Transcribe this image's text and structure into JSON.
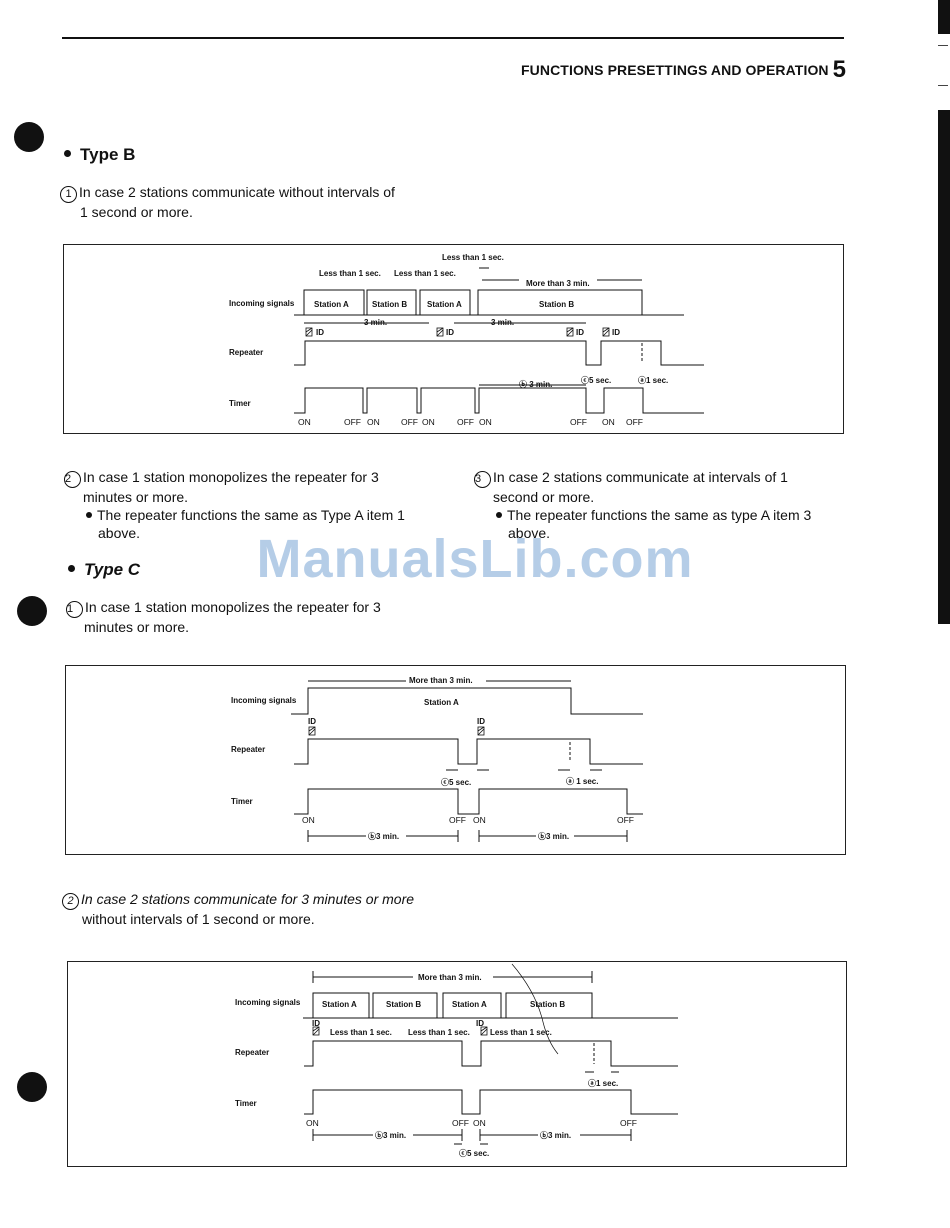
{
  "header": {
    "title": "FUNCTIONS PRESETTINGS AND OPERATION",
    "section_number": "5"
  },
  "type_b": {
    "heading": "Type B",
    "item1": {
      "number": "1",
      "line1": "In case 2 stations communicate without intervals of",
      "line2": "1 second or more."
    },
    "item2": {
      "number": "2",
      "line1": "In case 1 station monopolizes the repeater for 3",
      "line2": "minutes or more.",
      "bullet_line1": "The repeater functions the same as Type A item 1",
      "bullet_line2": "above."
    },
    "item3": {
      "number": "3",
      "line1": "In case 2 stations communicate at intervals of 1",
      "line2": "second or more.",
      "bullet_line1": "The repeater functions the same as type A item 3",
      "bullet_line2": "above."
    }
  },
  "type_c": {
    "heading": "Type C",
    "item1": {
      "number": "1",
      "line1": "In case 1 station monopolizes the repeater for 3",
      "line2": "minutes or more."
    },
    "item2": {
      "number": "2",
      "line1": "In case 2 stations communicate for 3 minutes or more",
      "line2": "without intervals of 1 second or more."
    }
  },
  "diagram_labels": {
    "incoming": "Incoming signals",
    "repeater": "Repeater",
    "timer": "Timer",
    "station_a": "Station A",
    "station_b": "Station B",
    "id": "ID",
    "on": "ON",
    "off": "OFF",
    "less_1": "Less than 1 sec.",
    "more_3": "More than 3 min.",
    "three_min": "3 min.",
    "b3": "ⓑ3 min.",
    "b3_spaced": "ⓑ 3 min.",
    "c5": "ⓒ5 sec.",
    "a1": "ⓐ1 sec.",
    "a1_spaced": "ⓐ 1 sec."
  },
  "watermark": "ManualsLib.com"
}
